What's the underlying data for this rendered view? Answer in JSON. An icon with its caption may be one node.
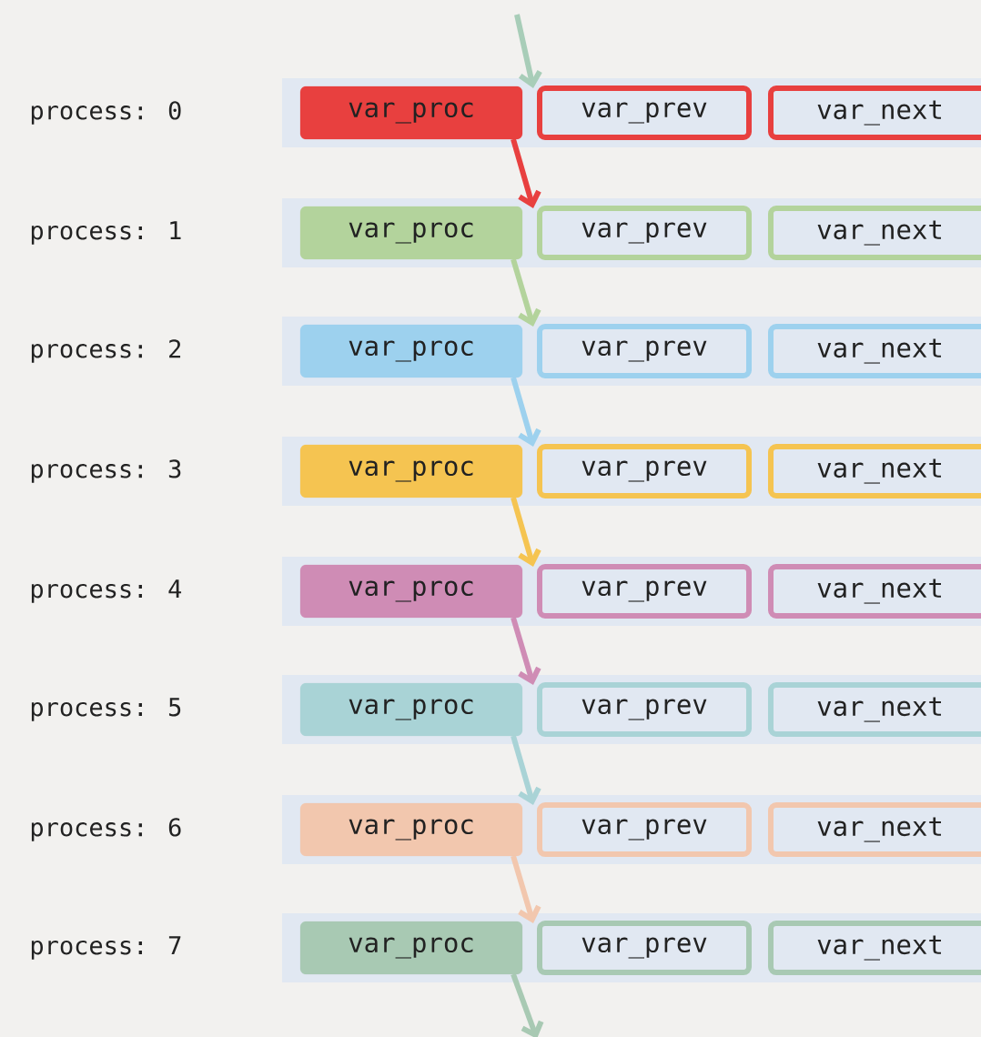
{
  "diagram": {
    "nodes": [
      {
        "text": [
          "var_proc"
        ]
      },
      {
        "text": [
          "var_prev"
        ]
      },
      {
        "text": [
          "var_next"
        ]
      },
      {
        "text": [
          "var_proc"
        ]
      },
      {
        "text": [
          "var_prev"
        ]
      },
      {
        "text": [
          "var_next"
        ]
      },
      {
        "text": [
          "var_proc"
        ]
      },
      {
        "text": [
          "var_prev"
        ]
      },
      {
        "text": [
          "var_next"
        ]
      },
      {
        "text": [
          "var_proc"
        ]
      },
      {
        "text": [
          "var_prev"
        ]
      },
      {
        "text": [
          "var_next"
        ]
      },
      {
        "text": [
          "var_proc"
        ]
      },
      {
        "text": [
          "var_prev"
        ]
      },
      {
        "text": [
          "var_next"
        ]
      },
      {
        "text": [
          "var_proc"
        ]
      },
      {
        "text": [
          "var_prev"
        ]
      },
      {
        "text": [
          "var_next"
        ]
      },
      {
        "text": [
          "var_proc"
        ]
      },
      {
        "text": [
          "var_prev"
        ]
      },
      {
        "text": [
          "var_next"
        ]
      },
      {
        "text": [
          "var_proc"
        ]
      },
      {
        "text": [
          "var_prev"
        ]
      },
      {
        "text": [
          "var_next"
        ]
      }
    ],
    "edges": [
      {
        "from": null,
        "to": 0,
        "arrow": "to",
        "color": "#a8cdb8"
      },
      {
        "from": 0,
        "to": 3,
        "arrow": "to",
        "color": "#e8403f"
      },
      {
        "from": 3,
        "to": 6,
        "arrow": "to",
        "color": "#b3d39c"
      },
      {
        "from": 6,
        "to": 9,
        "arrow": "to",
        "color": "#9dd1ee"
      },
      {
        "from": 9,
        "to": 12,
        "arrow": "to",
        "color": "#f5c451"
      },
      {
        "from": 12,
        "to": 15,
        "arrow": "to",
        "color": "#cf8cb5"
      },
      {
        "from": 15,
        "to": 18,
        "arrow": "to",
        "color": "#a9d3d6"
      },
      {
        "from": 18,
        "to": 21,
        "arrow": "to",
        "color": "#f2c7ae"
      },
      {
        "from": 21,
        "to": null,
        "arrow": "to",
        "color": "#a8c9b3"
      }
    ],
    "labels": [
      "process: 0",
      "process: 1",
      "process: 2",
      "process: 3",
      "process: 4",
      "process: 5",
      "process: 6",
      "process: 7"
    ]
  }
}
